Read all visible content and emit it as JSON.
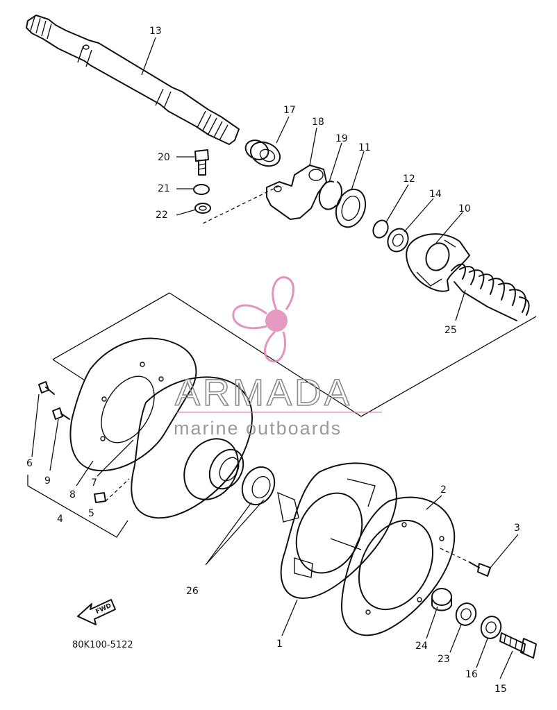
{
  "diagram": {
    "drawing_code": "80K100-5122",
    "fwd_label": "FWD",
    "watermark": {
      "brand": "ARMADA",
      "tagline": "marine outboards",
      "colors": {
        "logo": "#e07fb2",
        "text": "#888888"
      }
    },
    "callouts": [
      {
        "id": "13",
        "label": "13"
      },
      {
        "id": "17",
        "label": "17"
      },
      {
        "id": "18",
        "label": "18"
      },
      {
        "id": "19",
        "label": "19"
      },
      {
        "id": "11",
        "label": "11"
      },
      {
        "id": "20",
        "label": "20"
      },
      {
        "id": "21",
        "label": "21"
      },
      {
        "id": "22",
        "label": "22"
      },
      {
        "id": "12",
        "label": "12"
      },
      {
        "id": "14",
        "label": "14"
      },
      {
        "id": "10",
        "label": "10"
      },
      {
        "id": "25",
        "label": "25"
      },
      {
        "id": "6",
        "label": "6"
      },
      {
        "id": "9",
        "label": "9"
      },
      {
        "id": "8",
        "label": "8"
      },
      {
        "id": "7",
        "label": "7"
      },
      {
        "id": "4",
        "label": "4"
      },
      {
        "id": "5",
        "label": "5"
      },
      {
        "id": "26",
        "label": "26"
      },
      {
        "id": "2",
        "label": "2"
      },
      {
        "id": "3",
        "label": "3"
      },
      {
        "id": "1",
        "label": "1"
      },
      {
        "id": "24",
        "label": "24"
      },
      {
        "id": "23",
        "label": "23"
      },
      {
        "id": "16",
        "label": "16"
      },
      {
        "id": "15",
        "label": "15"
      }
    ]
  }
}
